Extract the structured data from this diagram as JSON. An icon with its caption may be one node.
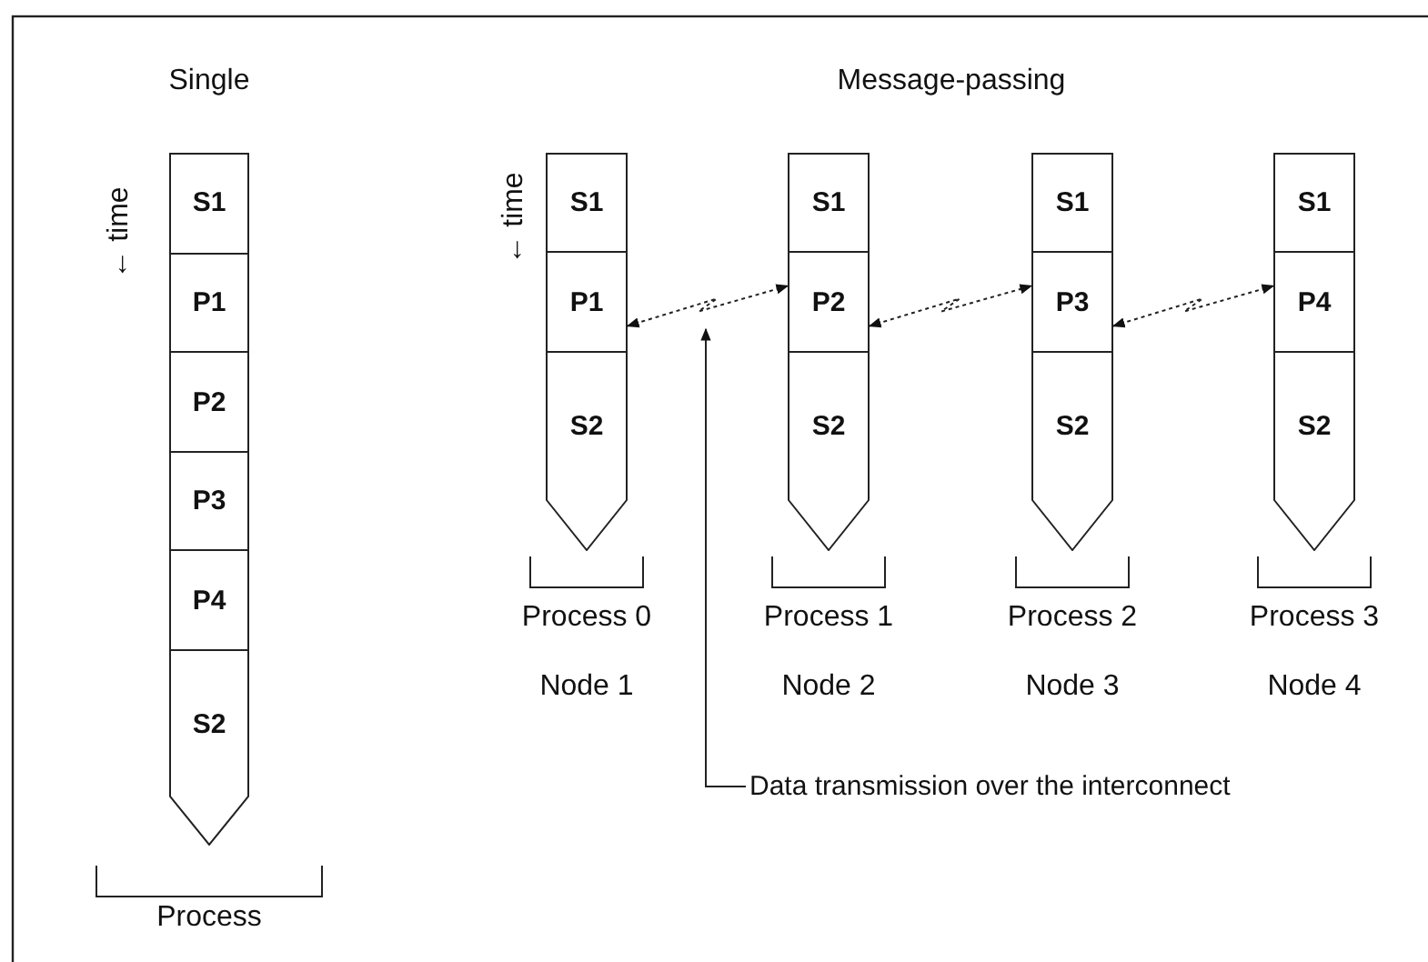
{
  "diagram": {
    "nodes": [
      {
        "text": [],
        "shape": "bar",
        "beside": [
          "Process"
        ]
      },
      {
        "text": [
          "S1"
        ],
        "in": 0
      },
      {
        "text": [
          "P1"
        ],
        "in": 0
      },
      {
        "text": [
          "P2"
        ],
        "in": 0
      },
      {
        "text": [
          "P3"
        ],
        "in": 0
      },
      {
        "text": [
          "P4"
        ],
        "in": 0
      },
      {
        "text": [
          "S2"
        ],
        "in": 0
      },
      {
        "text": [],
        "shape": "bar",
        "beside": [
          "Process 0",
          "Node 1"
        ]
      },
      {
        "text": [
          "S1"
        ],
        "in": 7
      },
      {
        "text": [
          "P1"
        ],
        "in": 7
      },
      {
        "text": [
          "S2"
        ],
        "in": 7
      },
      {
        "text": [],
        "shape": "bar",
        "beside": [
          "Process 1",
          "Node 2"
        ]
      },
      {
        "text": [
          "S1"
        ],
        "in": 11
      },
      {
        "text": [
          "P2"
        ],
        "in": 11
      },
      {
        "text": [
          "S2"
        ],
        "in": 11
      },
      {
        "text": [],
        "shape": "bar",
        "beside": [
          "Process 2",
          "Node 3"
        ]
      },
      {
        "text": [
          "S1"
        ],
        "in": 15
      },
      {
        "text": [
          "P3"
        ],
        "in": 15
      },
      {
        "text": [
          "S2"
        ],
        "in": 15
      },
      {
        "text": [],
        "shape": "bar",
        "beside": [
          "Process 3",
          "Node 4"
        ]
      },
      {
        "text": [
          "S1"
        ],
        "in": 19
      },
      {
        "text": [
          "P4"
        ],
        "in": 19
      },
      {
        "text": [
          "S2"
        ],
        "in": 19
      },
      {
        "text": [
          "Data transmission over the interconnect"
        ]
      }
    ],
    "edges": [
      {
        "from": 9,
        "to": 13,
        "arrow": "both",
        "style": "dashed"
      },
      {
        "from": 13,
        "to": 17,
        "arrow": "both",
        "style": "dashed"
      },
      {
        "from": 17,
        "to": 21,
        "arrow": "both",
        "style": "dashed"
      },
      {
        "from": 23,
        "to": null,
        "arrow": "to"
      }
    ],
    "labels": [
      "Single",
      "Message-passing",
      "← time",
      "← time"
    ]
  }
}
